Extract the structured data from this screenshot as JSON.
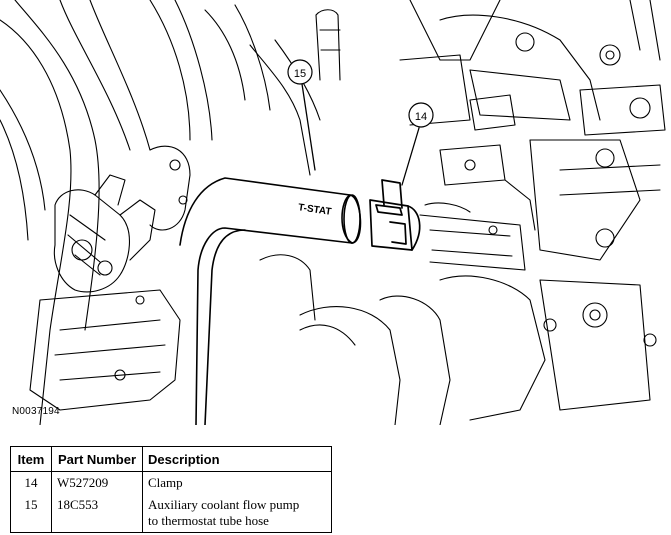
{
  "figure": {
    "id": "N0037194",
    "hose_marking": "T-STAT",
    "callouts": [
      {
        "number": "15"
      },
      {
        "number": "14"
      }
    ]
  },
  "parts_table": {
    "headers": {
      "item": "Item",
      "part_number": "Part Number",
      "description": "Description"
    },
    "rows": [
      {
        "item": "14",
        "part_number": "W527209",
        "description": "Clamp"
      },
      {
        "item": "15",
        "part_number": "18C553",
        "description_line1": "Auxiliary coolant flow pump",
        "description_line2": "to thermostat tube hose"
      }
    ]
  }
}
